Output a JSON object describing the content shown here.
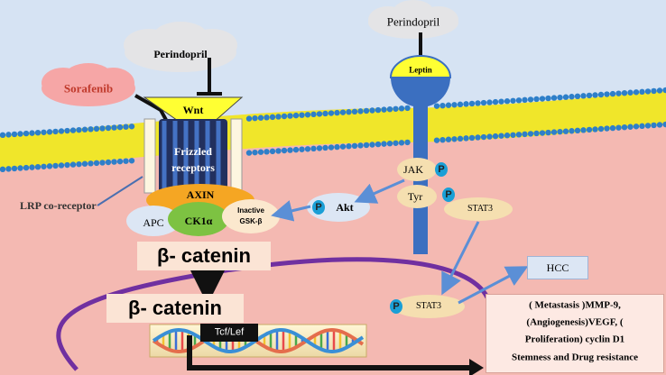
{
  "labels": {
    "perindopril_left": "Perindopril",
    "perindopril_right": "Perindopril",
    "sorafenib": "Sorafenib",
    "wnt": "Wnt",
    "leptin": "Leptin",
    "frizzled": "Frizzled receptors",
    "frizzled_line1": "Frizzled",
    "frizzled_line2": "receptors",
    "lrp": "LRP co-receptor",
    "axin": "AXIN",
    "apc": "APC",
    "ck1a": "CK1α",
    "gsk_line1": "Inactive",
    "gsk_line2": "GSK-β",
    "akt": "Akt",
    "jak": "JAK",
    "tyr": "Tyr",
    "stat3_upper": "STAT3",
    "stat3_lower": "STAT3",
    "p": "P",
    "beta_catenin_1": "β- catenin",
    "beta_catenin_2": "β- catenin",
    "tcf_lef": "Tcf/Lef",
    "hcc": "HCC",
    "outcome_line1": "( Metastasis )MMP-9,",
    "outcome_line2": "(Angiogenesis)VEGF, (",
    "outcome_line3": "Proliferation) cyclin D1",
    "outcome_line4": "Stemness  and Drug resistance"
  },
  "colors": {
    "background_top": "#d6e3f3",
    "cytoplasm": "#f4b9b2",
    "membrane_head": "#2e7fc9",
    "membrane_tail": "#f0e62a",
    "receptor_blue": "#4472c4",
    "wnt_yellow": "#ffff33",
    "axin_orange": "#f5a623",
    "ck1a_green": "#7dc242",
    "nucleus_purple": "#7030a0",
    "phospho_blue": "#1a9fd6",
    "label_box": "#fde9e3",
    "beta_box": "#fbe4d5"
  },
  "icons": {
    "inhibit": "t-bar-inhibition",
    "arrow": "arrow",
    "dna": "dna-helix"
  }
}
